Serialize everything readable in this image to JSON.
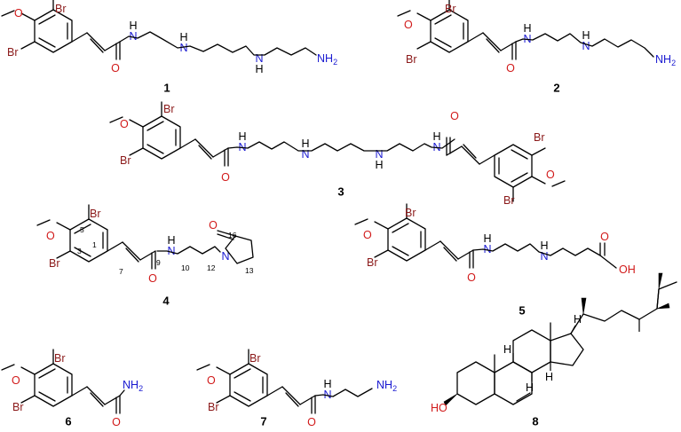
{
  "compounds": [
    {
      "id": "1",
      "label": "1"
    },
    {
      "id": "2",
      "label": "2"
    },
    {
      "id": "3",
      "label": "3"
    },
    {
      "id": "4",
      "label": "4"
    },
    {
      "id": "5",
      "label": "5"
    },
    {
      "id": "6",
      "label": "6"
    },
    {
      "id": "7",
      "label": "7"
    },
    {
      "id": "8",
      "label": "8"
    }
  ],
  "atoms": {
    "br": "Br",
    "o": "O",
    "h": "H",
    "n": "N",
    "nh2": "NH",
    "sub2": "2",
    "oh": "OH",
    "ho": "HO"
  },
  "numbering": {
    "c1": "1",
    "c3": "3",
    "c5": "5",
    "c7": "7",
    "c9": "9",
    "c10": "10",
    "c12": "12",
    "c13": "13",
    "c16": "16"
  },
  "colors": {
    "bromine": "#8b1a1a",
    "oxygen": "#d11a1a",
    "nitrogen": "#1a1ad1",
    "bond": "#000000"
  }
}
